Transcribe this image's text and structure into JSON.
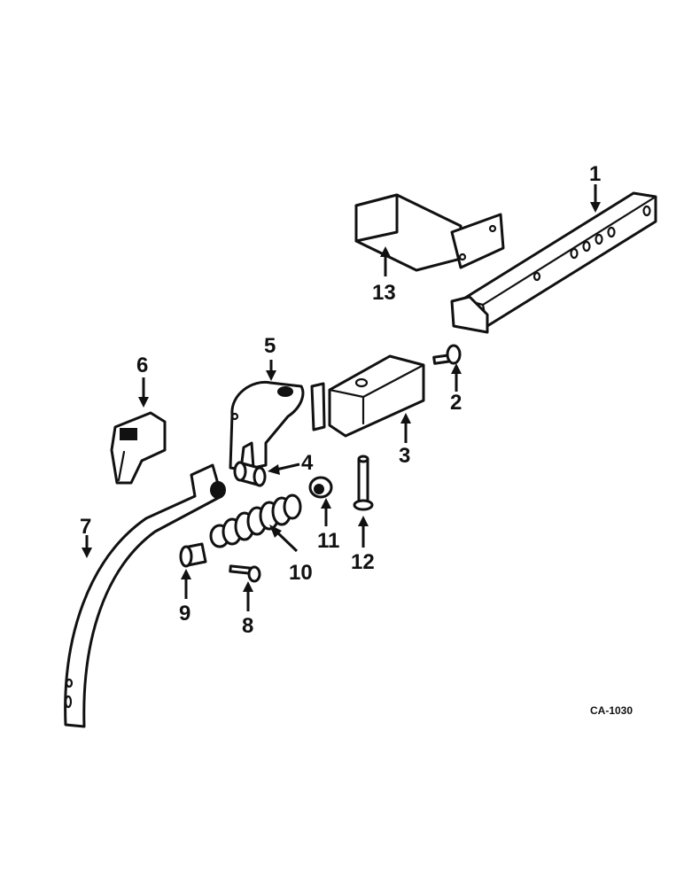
{
  "callouts": {
    "c1": "1",
    "c2": "2",
    "c3": "3",
    "c4": "4",
    "c5": "5",
    "c6": "6",
    "c7": "7",
    "c8": "8",
    "c9": "9",
    "c10": "10",
    "c11": "11",
    "c12": "12",
    "c13": "13"
  },
  "drawing_ref": "CA-1030",
  "colors": {
    "ink": "#111111",
    "paper": "#ffffff"
  }
}
